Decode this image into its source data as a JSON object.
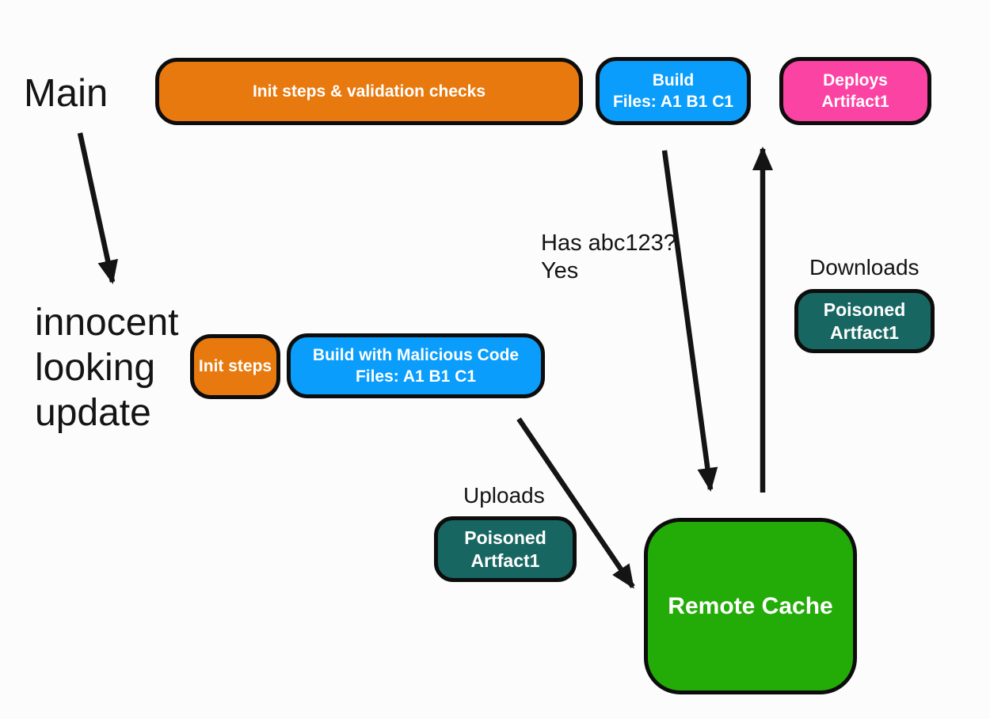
{
  "labels": {
    "main": "Main",
    "innocent_update": "innocent looking update",
    "has_hash": "Has abc123?\nYes",
    "downloads": "Downloads",
    "uploads": "Uploads"
  },
  "nodes": {
    "init_validation": {
      "label": "Init steps & validation checks"
    },
    "build": {
      "line1": "Build",
      "line2": "Files: A1 B1 C1"
    },
    "deploys": {
      "line1": "Deploys",
      "line2": "Artifact1"
    },
    "init_steps": {
      "label": "Init steps"
    },
    "build_malicious": {
      "line1": "Build with Malicious Code",
      "line2": "Files: A1 B1 C1"
    },
    "poisoned_download": {
      "line1": "Poisoned",
      "line2": "Artfact1"
    },
    "poisoned_upload": {
      "line1": "Poisoned",
      "line2": "Artfact1"
    },
    "remote_cache": {
      "label": "Remote Cache"
    }
  },
  "edges": [
    {
      "name": "main-to-innocent-update",
      "from": "main-label",
      "to": "innocent-update-label"
    },
    {
      "name": "build-to-remote-cache",
      "from": "build",
      "to": "remote-cache",
      "label": "Has abc123?\nYes"
    },
    {
      "name": "remote-cache-to-deploys",
      "from": "remote-cache",
      "to": "deploys",
      "label": "Downloads"
    },
    {
      "name": "build-malicious-to-remote-cache",
      "from": "build_malicious",
      "to": "remote-cache",
      "label": "Uploads"
    }
  ],
  "colors": {
    "orange": "#E8790E",
    "blue": "#0A9DFC",
    "pink": "#FA43A3",
    "teal": "#186661",
    "green": "#23AC07",
    "outline": "#0D0D0D",
    "text_dark": "#141414",
    "text_light": "#FFFFFF",
    "background": "#FCFCFC"
  }
}
